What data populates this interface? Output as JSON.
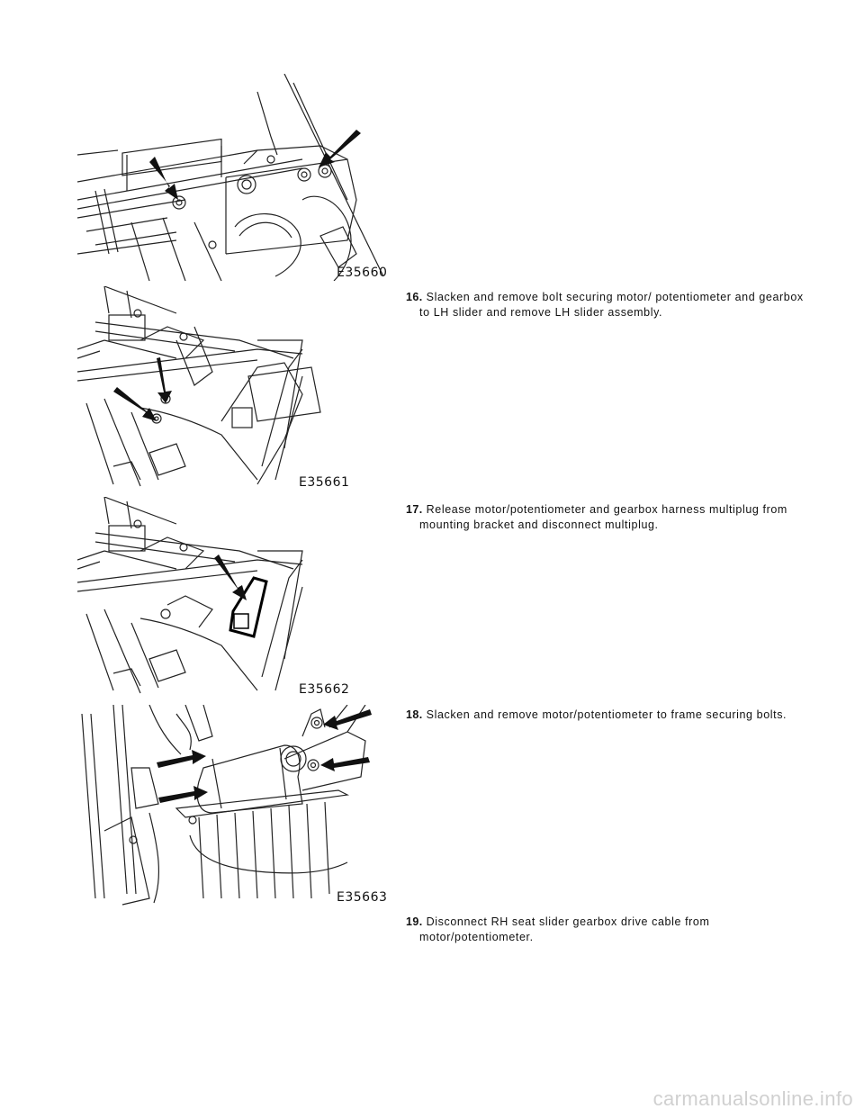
{
  "figures": [
    {
      "id": "E35660",
      "label": "E35660"
    },
    {
      "id": "E35661",
      "label": "E35661"
    },
    {
      "id": "E35662",
      "label": "E35662"
    },
    {
      "id": "E35663",
      "label": "E35663"
    }
  ],
  "steps": [
    {
      "number": "16.",
      "text": "Slacken and remove bolt securing motor/ potentiometer and gearbox to LH slider and remove LH slider assembly."
    },
    {
      "number": "17.",
      "text": "Release motor/potentiometer and gearbox harness multiplug from mounting bracket and disconnect multiplug."
    },
    {
      "number": "18.",
      "text": "Slacken and remove motor/potentiometer to frame securing bolts."
    },
    {
      "number": "19.",
      "text": "Disconnect RH seat slider gearbox drive cable from motor/potentiometer."
    }
  ],
  "watermark": "carmanualsonline.info"
}
